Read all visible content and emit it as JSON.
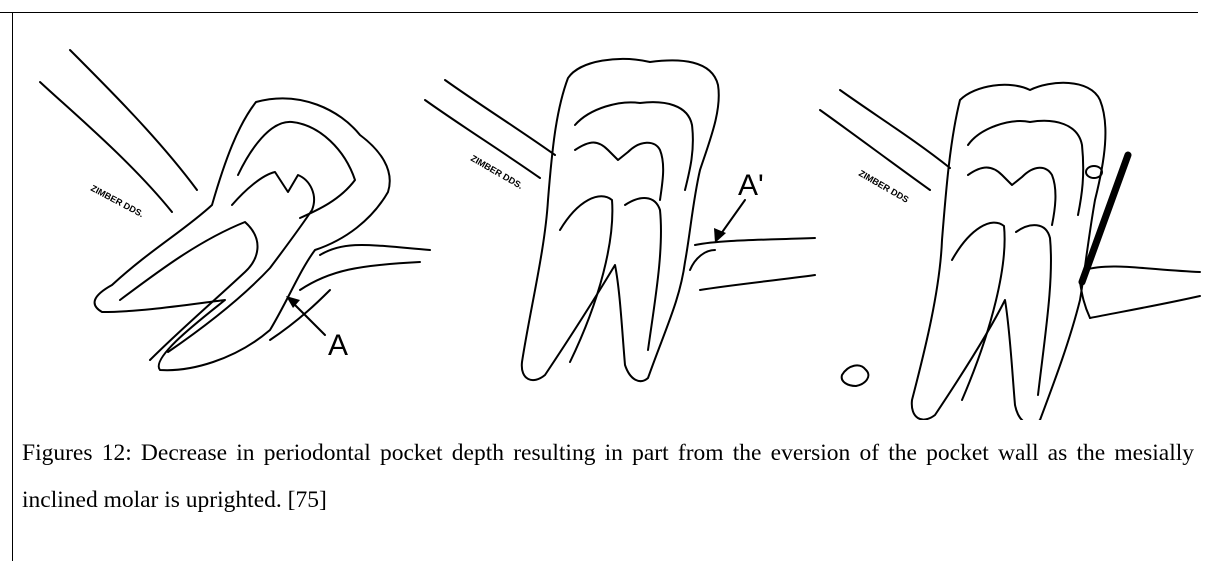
{
  "figure": {
    "panels": [
      {
        "signature": "ZIMBER DDS.",
        "label": "A"
      },
      {
        "signature": "ZIMBER DDS.",
        "label": "A'"
      },
      {
        "signature": "ZIMBER DDS"
      }
    ]
  },
  "caption": "Figures 12: Decrease in periodontal pocket depth resulting in part from the eversion of the pocket wall as the mesially inclined molar is uprighted. [75]"
}
